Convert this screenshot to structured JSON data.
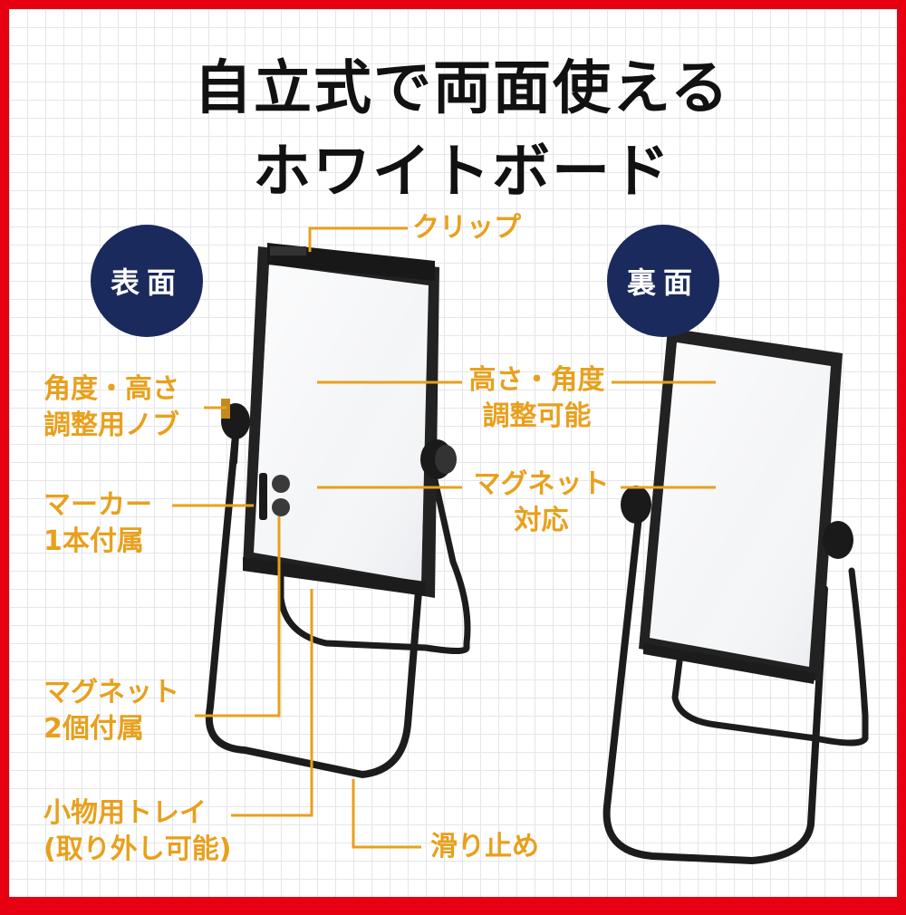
{
  "title": {
    "line1": "自立式で両面使える",
    "line2": "ホワイトボード"
  },
  "badges": {
    "front": "表面",
    "back": "裏面"
  },
  "callouts": {
    "clip": "クリップ",
    "knob": [
      "角度・高さ",
      "調整用ノブ"
    ],
    "marker": [
      "マーカー",
      "1本付属"
    ],
    "magnet_included": [
      "マグネット",
      "2個付属"
    ],
    "tray": [
      "小物用トレイ",
      "(取り外し可能)"
    ],
    "height_angle": [
      "高さ・角度",
      "調整可能"
    ],
    "magnet_support": [
      "マグネット",
      "対応"
    ],
    "non_slip": "滑り止め"
  },
  "colors": {
    "border": "#e60012",
    "accent": "#e8a01c",
    "badge": "#1b2a5c",
    "frame": "#1c1c1c"
  }
}
